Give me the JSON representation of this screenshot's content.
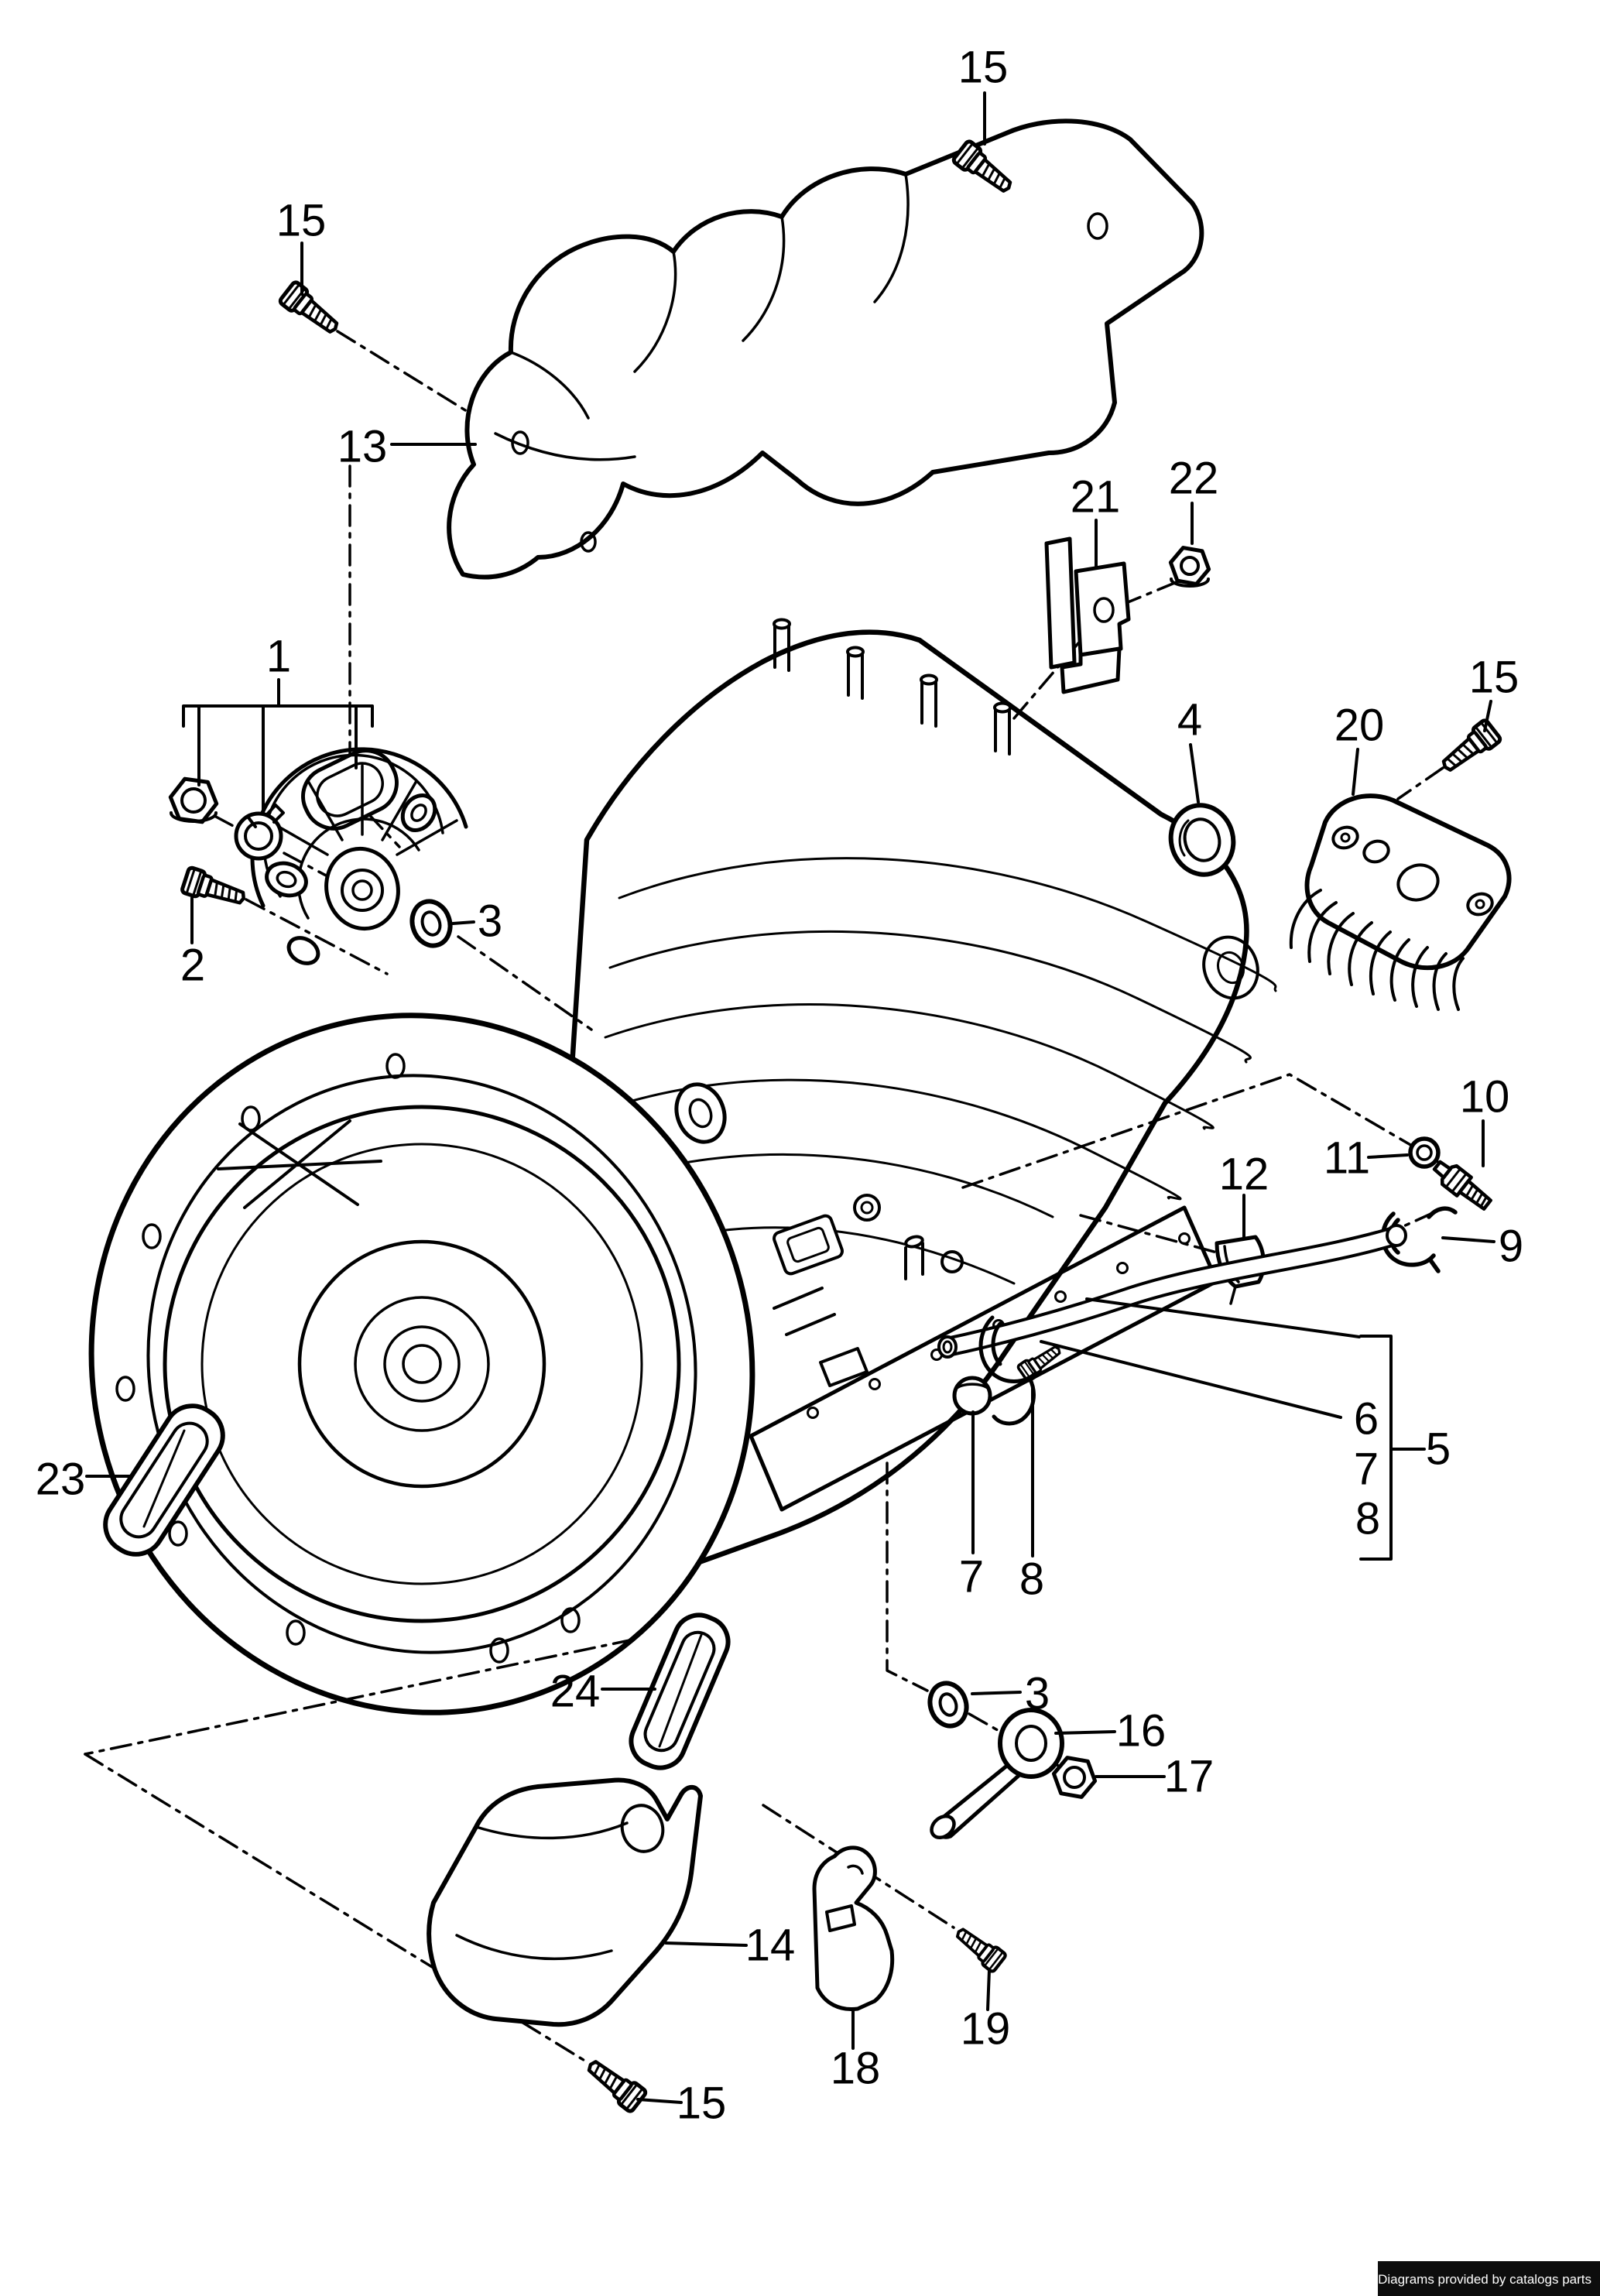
{
  "page": {
    "background": "#ffffff",
    "line_color": "#000000"
  },
  "footer": {
    "text": "Diagrams provided by catalogs parts",
    "bg": "#0d0d0d",
    "fg": "#ffffff"
  },
  "callouts": [
    {
      "label": "15"
    },
    {
      "label": "15"
    },
    {
      "label": "13"
    },
    {
      "label": "21"
    },
    {
      "label": "22"
    },
    {
      "label": "1"
    },
    {
      "label": "4"
    },
    {
      "label": "20"
    },
    {
      "label": "15"
    },
    {
      "label": "2"
    },
    {
      "label": "3"
    },
    {
      "label": "10"
    },
    {
      "label": "11"
    },
    {
      "label": "12"
    },
    {
      "label": "9"
    },
    {
      "label": "23"
    },
    {
      "label": "6"
    },
    {
      "label": "5"
    },
    {
      "label": "7"
    },
    {
      "label": "8"
    },
    {
      "label": "7"
    },
    {
      "label": "8"
    },
    {
      "label": "24"
    },
    {
      "label": "3"
    },
    {
      "label": "16"
    },
    {
      "label": "17"
    },
    {
      "label": "14"
    },
    {
      "label": "18"
    },
    {
      "label": "19"
    },
    {
      "label": "15"
    }
  ]
}
